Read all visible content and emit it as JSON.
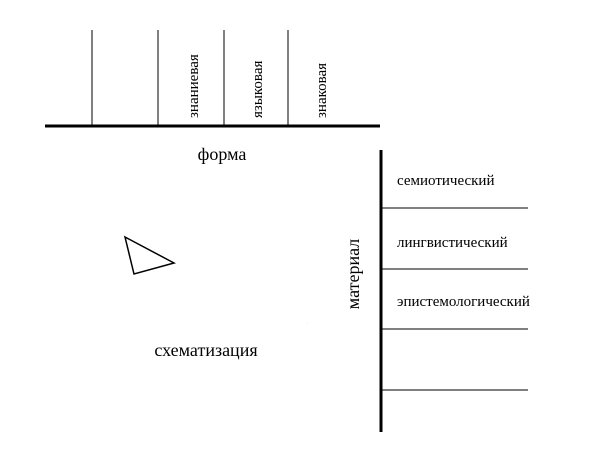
{
  "forma": {
    "label": "форма",
    "columns": [
      "знаниевая",
      "языковая",
      "знаковая"
    ]
  },
  "material": {
    "label": "материал",
    "rows": [
      "семиотический",
      "лингвистический",
      "эпистемологический",
      "",
      ""
    ]
  },
  "process": {
    "label": "схематизация"
  }
}
